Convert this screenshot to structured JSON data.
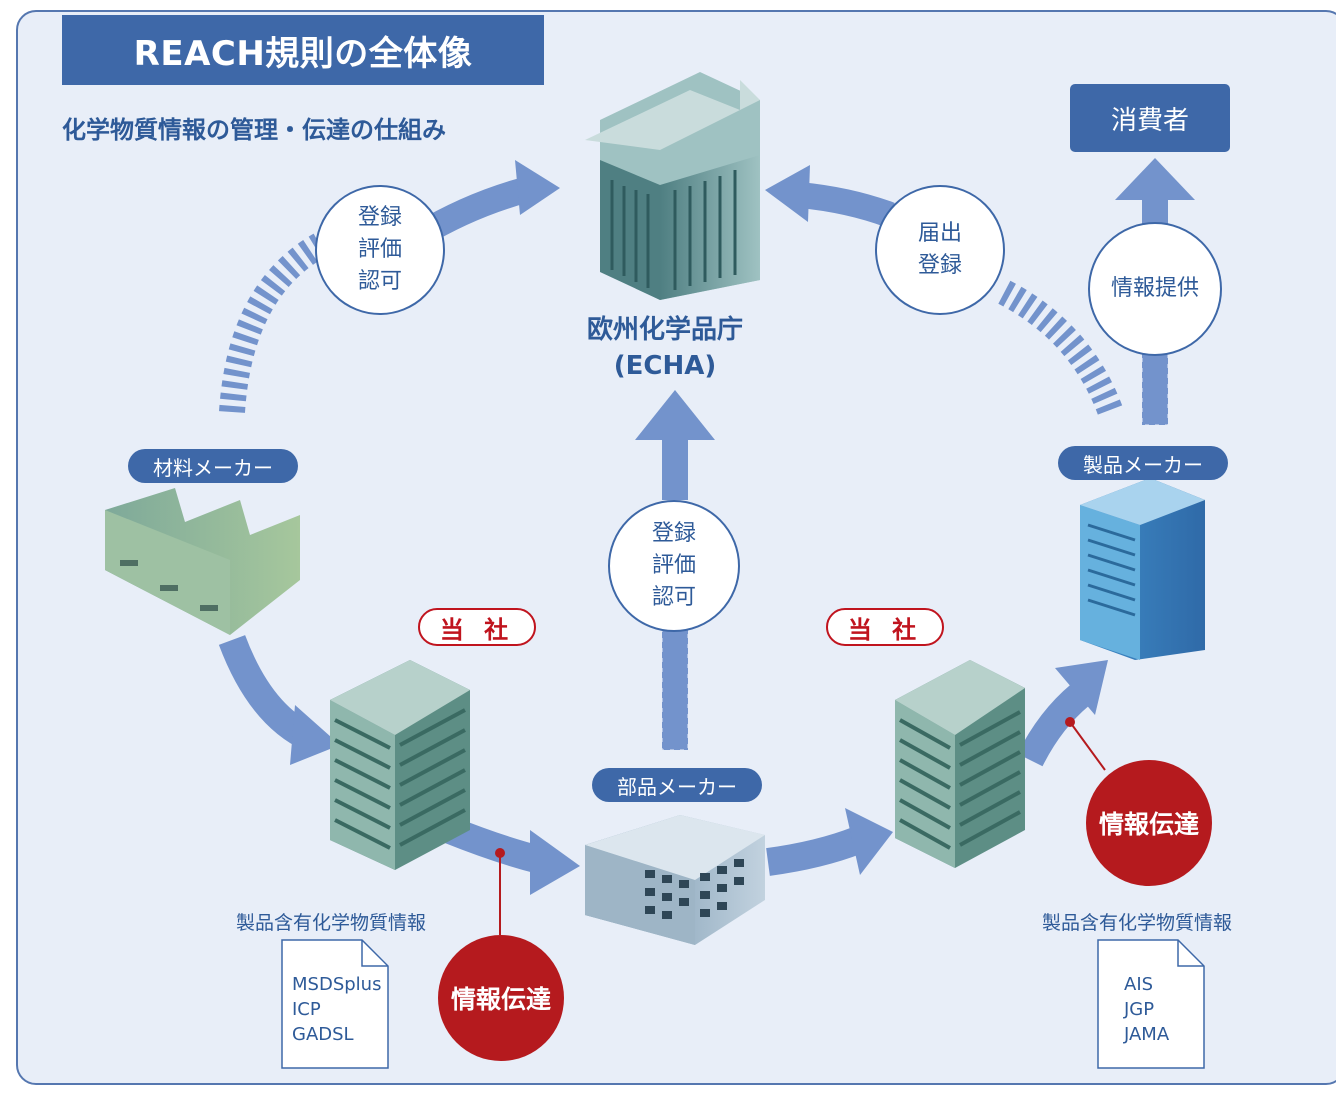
{
  "title": "REACH規則の全体像",
  "subtitle": "化学物質情報の管理・伝達の仕組み",
  "echa": {
    "name": "欧州化学品庁",
    "abbr": "(ECHA)"
  },
  "consumer": "消費者",
  "circles": {
    "left_top": [
      "登録",
      "評価",
      "認可"
    ],
    "center": [
      "登録",
      "評価",
      "認可"
    ],
    "right_top": [
      "届出",
      "登録"
    ],
    "far_right": [
      "情報提供"
    ]
  },
  "companies": {
    "material_maker": "材料メーカー",
    "parts_maker": "部品メーカー",
    "product_maker": "製品メーカー",
    "our_company": "当 社"
  },
  "info_transfer": "情報伝達",
  "left_info": {
    "title": "製品含有化学物質情報",
    "items": [
      "MSDSplus",
      "ICP",
      "GADSL"
    ]
  },
  "right_info": {
    "title": "製品含有化学物質情報",
    "items": [
      "AIS",
      "JGP",
      "JAMA"
    ]
  },
  "colors": {
    "arrow": "#7393cc",
    "primary": "#3e68a8",
    "accent_red": "#b51a1e",
    "background": "#e8eef8"
  }
}
